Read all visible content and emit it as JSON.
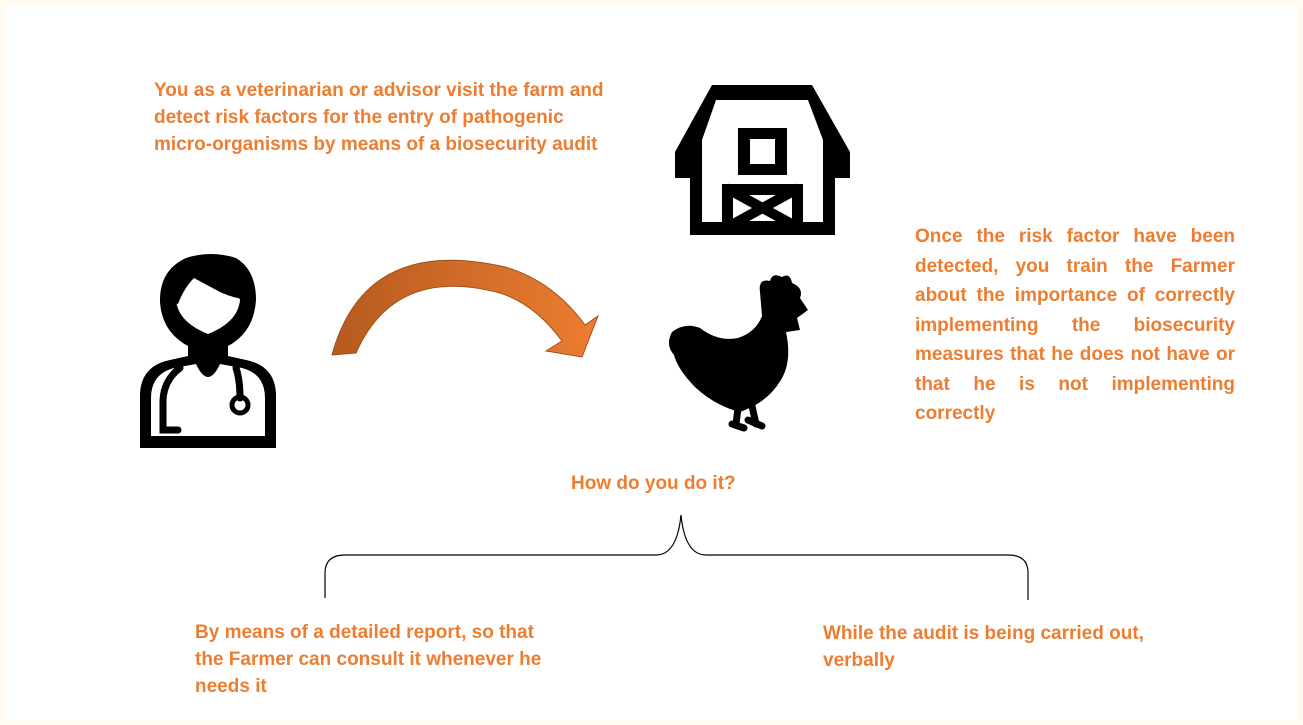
{
  "diagram": {
    "intro_text": "You as a veterinarian or advisor visit the farm and detect risk factors for the entry of pathogenic micro-organisms by means of a biosecurity audit",
    "training_text": "Once the risk factor have been detected, you train the Farmer about the importance of correctly implementing the biosecurity measures that he does not have or that he is not implementing correctly",
    "question": "How do you do it?",
    "branches": [
      {
        "text": "By means of a detailed report, so that the Farmer can consult it whenever he needs it"
      },
      {
        "text": "While the audit is being carried out, verbally"
      }
    ]
  },
  "icons": {
    "person": "veterinarian-icon",
    "barn": "barn-icon",
    "animal": "chicken-icon",
    "flow": "curved-arrow"
  },
  "colors": {
    "text_accent": "#ED7D31",
    "arrow_light": "#ED7D31",
    "arrow_dark": "#B55A1F",
    "icon_fill": "#000000",
    "background": "#FFFFFF",
    "page_border": "#FFFAF2"
  }
}
